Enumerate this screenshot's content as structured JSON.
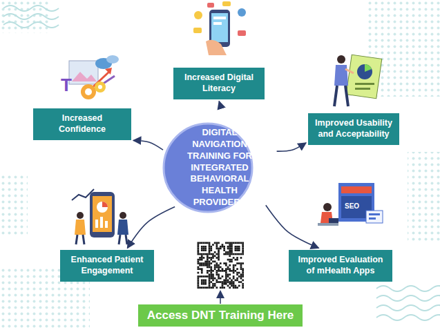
{
  "diagram": {
    "nodes": [
      {
        "text": [
          "Increased Digital Literacy"
        ]
      },
      {
        "text": [
          "Increased Confidence"
        ]
      },
      {
        "text": [
          "Improved Usability and Acceptability"
        ]
      },
      {
        "text": [
          "DIGITAL NAVIGATION TRAINING FOR INTEGRATED BEHAVIORAL HEALTH PROVIDERS"
        ]
      },
      {
        "text": [
          "Enhanced Patient Engagement"
        ]
      },
      {
        "text": [
          "Improved Evaluation of mHealth Apps"
        ]
      },
      {
        "text": [
          "Access DNT Training Here"
        ]
      }
    ],
    "edges": [
      {
        "from": 3,
        "to": 0,
        "arrow": "to"
      },
      {
        "from": 3,
        "to": 1,
        "arrow": "to"
      },
      {
        "from": 3,
        "to": 2,
        "arrow": "to"
      },
      {
        "from": 3,
        "to": 4,
        "arrow": "to"
      },
      {
        "from": 3,
        "to": 5,
        "arrow": "to"
      }
    ],
    "labels": [
      "T",
      "SEO"
    ]
  }
}
